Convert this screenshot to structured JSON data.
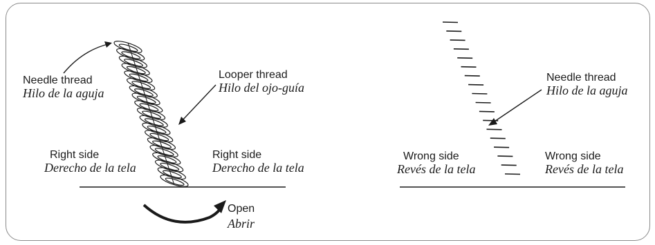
{
  "labels": {
    "needle_left": {
      "en": "Needle thread",
      "es": "Hilo de la aguja"
    },
    "looper": {
      "en": "Looper thread",
      "es": "Hilo del ojo-guía"
    },
    "right_side_left": {
      "en": "Right side",
      "es": "Derecho de la tela"
    },
    "right_side_right": {
      "en": "Right side",
      "es": "Derecho de la tela"
    },
    "open": {
      "en": "Open",
      "es": "Abrir"
    },
    "needle_right": {
      "en": "Needle thread",
      "es": "Hilo de la aguja"
    },
    "wrong_side_left": {
      "en": "Wrong side",
      "es": "Revés de la tela"
    },
    "wrong_side_right": {
      "en": "Wrong side",
      "es": "Revés de la tela"
    }
  },
  "colors": {
    "ink": "#1a1a1a",
    "frame": "#8a8a8a",
    "background": "#ffffff"
  }
}
